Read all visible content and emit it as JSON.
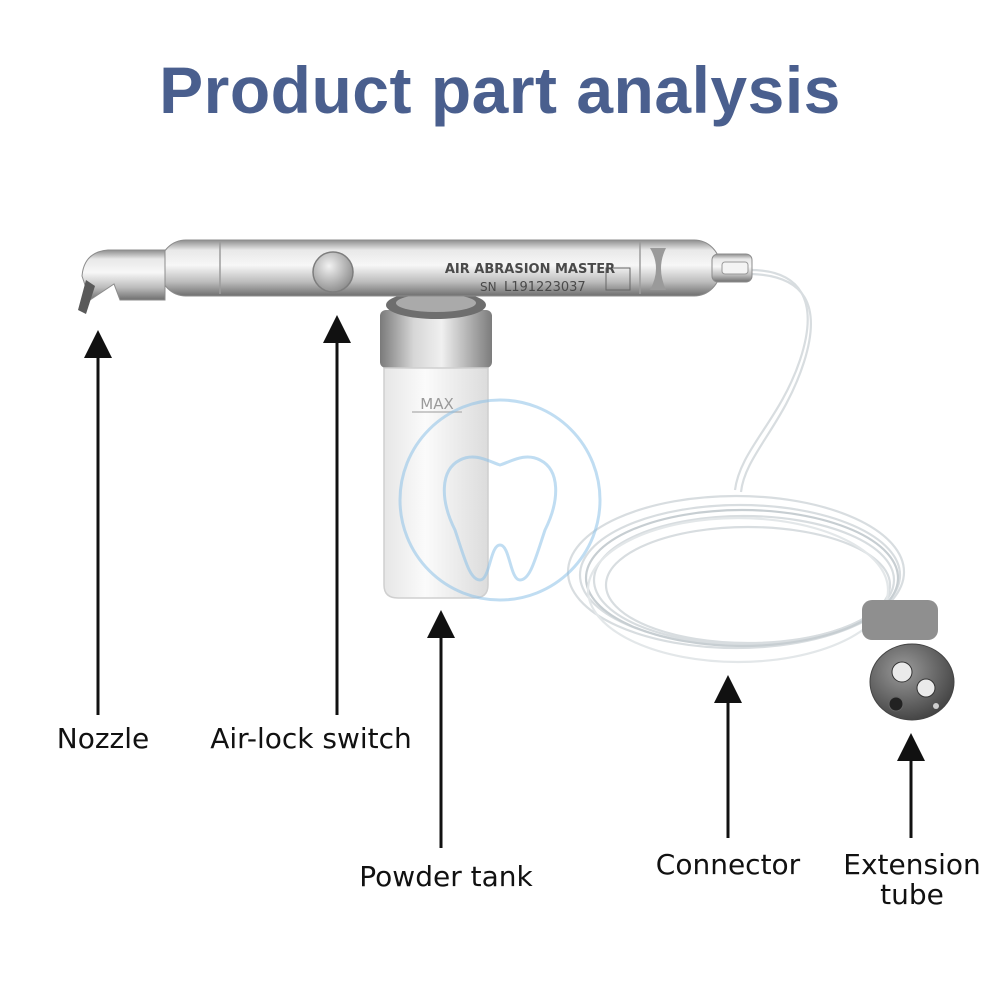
{
  "title": "Product part analysis",
  "device": {
    "brand_text": "AIR ABRASION MASTER",
    "serial_prefix": "SN",
    "serial_number": "L191223037",
    "tank_mark": "MAX"
  },
  "parts": [
    {
      "id": "nozzle",
      "label": "Nozzle"
    },
    {
      "id": "air_lock_switch",
      "label": "Air-lock switch"
    },
    {
      "id": "powder_tank",
      "label": "Powder tank"
    },
    {
      "id": "connector",
      "label": "Connector"
    },
    {
      "id": "extension_tube",
      "label_line1": "Extension",
      "label_line2": "tube"
    }
  ],
  "colors": {
    "title": "#4a5f8e",
    "label": "#111111",
    "arrow": "#111111",
    "metal": "#c9c9c9",
    "watermark": "#8ec2e8"
  }
}
